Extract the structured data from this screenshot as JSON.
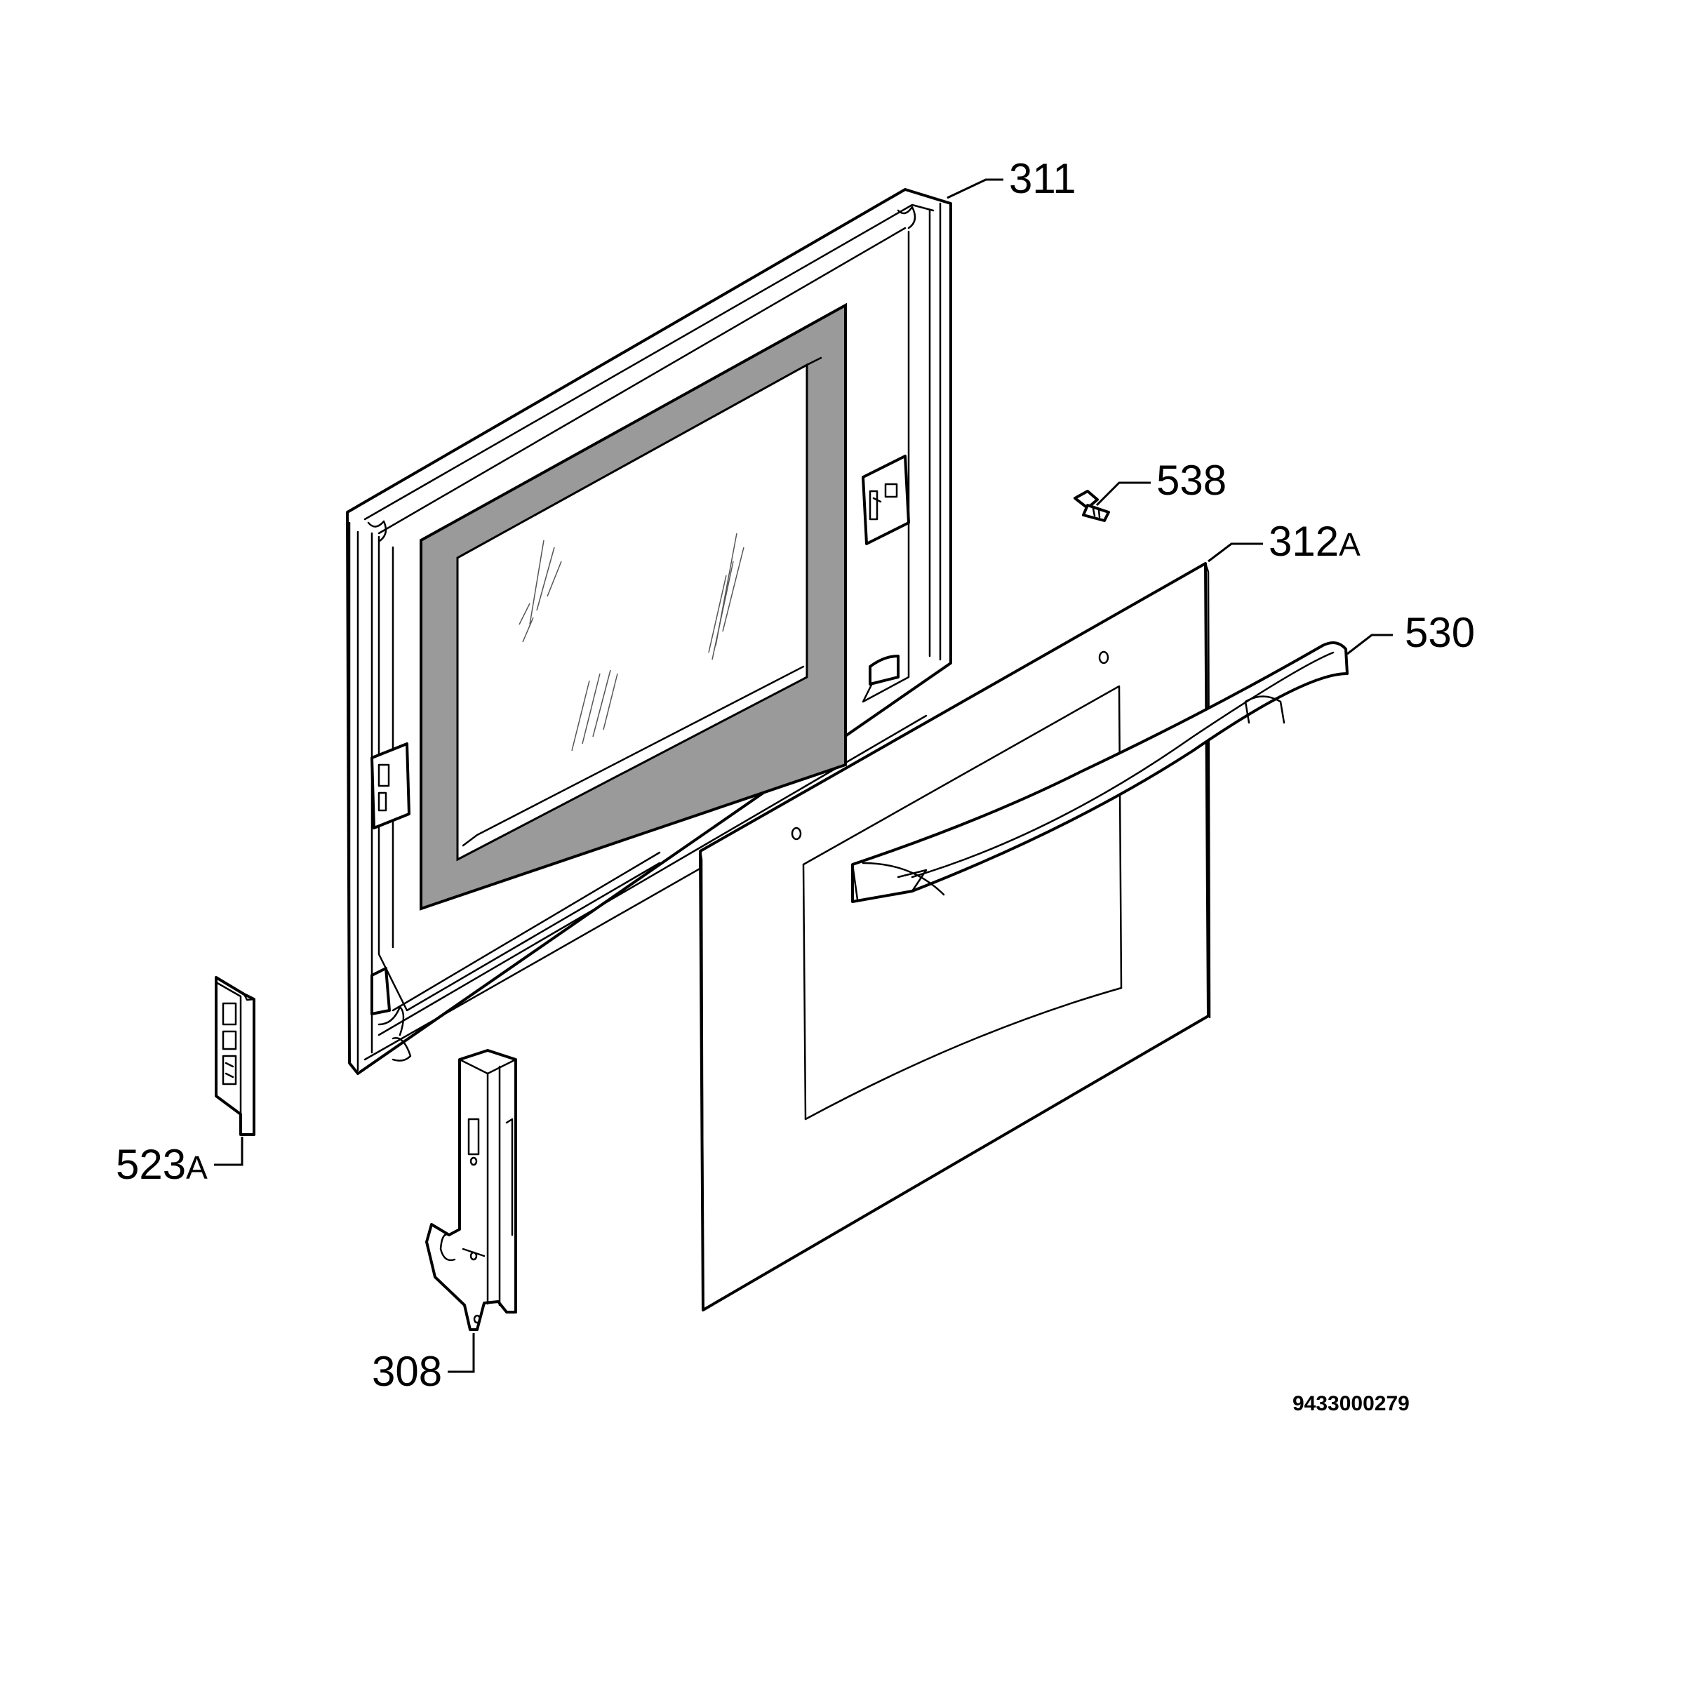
{
  "parts": [
    {
      "id": "311",
      "name": "inner-door-frame",
      "label": "311",
      "suffix": ""
    },
    {
      "id": "538",
      "name": "screw",
      "label": "538",
      "suffix": ""
    },
    {
      "id": "312A",
      "name": "outer-glass-panel",
      "label": "312",
      "suffix": "A"
    },
    {
      "id": "530",
      "name": "door-handle",
      "label": "530",
      "suffix": ""
    },
    {
      "id": "523A",
      "name": "hinge-receiver",
      "label": "523",
      "suffix": "A"
    },
    {
      "id": "308",
      "name": "door-hinge",
      "label": "308",
      "suffix": ""
    }
  ],
  "document_number": "9433000279"
}
